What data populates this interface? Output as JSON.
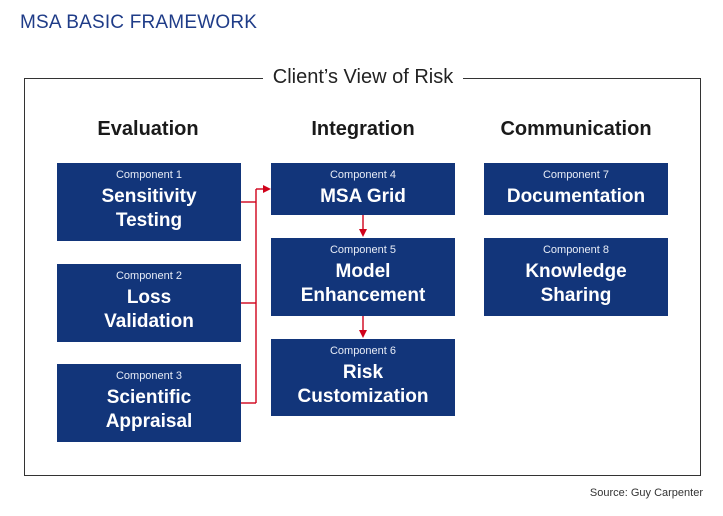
{
  "title": "MSA BASIC FRAMEWORK",
  "frame_label": "Client’s View of Risk",
  "columns": {
    "evaluation": "Evaluation",
    "integration": "Integration",
    "communication": "Communication"
  },
  "components": {
    "c1": {
      "number": "Component 1",
      "line1": "Sensitivity",
      "line2": "Testing"
    },
    "c2": {
      "number": "Component 2",
      "line1": "Loss",
      "line2": "Validation"
    },
    "c3": {
      "number": "Component 3",
      "line1": "Scientific",
      "line2": "Appraisal"
    },
    "c4": {
      "number": "Component 4",
      "line1": "MSA Grid",
      "line2": ""
    },
    "c5": {
      "number": "Component 5",
      "line1": "Model",
      "line2": "Enhancement"
    },
    "c6": {
      "number": "Component 6",
      "line1": "Risk",
      "line2": "Customization"
    },
    "c7": {
      "number": "Component 7",
      "line1": "Documentation",
      "line2": ""
    },
    "c8": {
      "number": "Component 8",
      "line1": "Knowledge",
      "line2": "Sharing"
    }
  },
  "source": "Source: Guy Carpenter",
  "colors": {
    "box_fill": "#12357a",
    "connector": "#d0021b",
    "title": "#1f3c88"
  }
}
